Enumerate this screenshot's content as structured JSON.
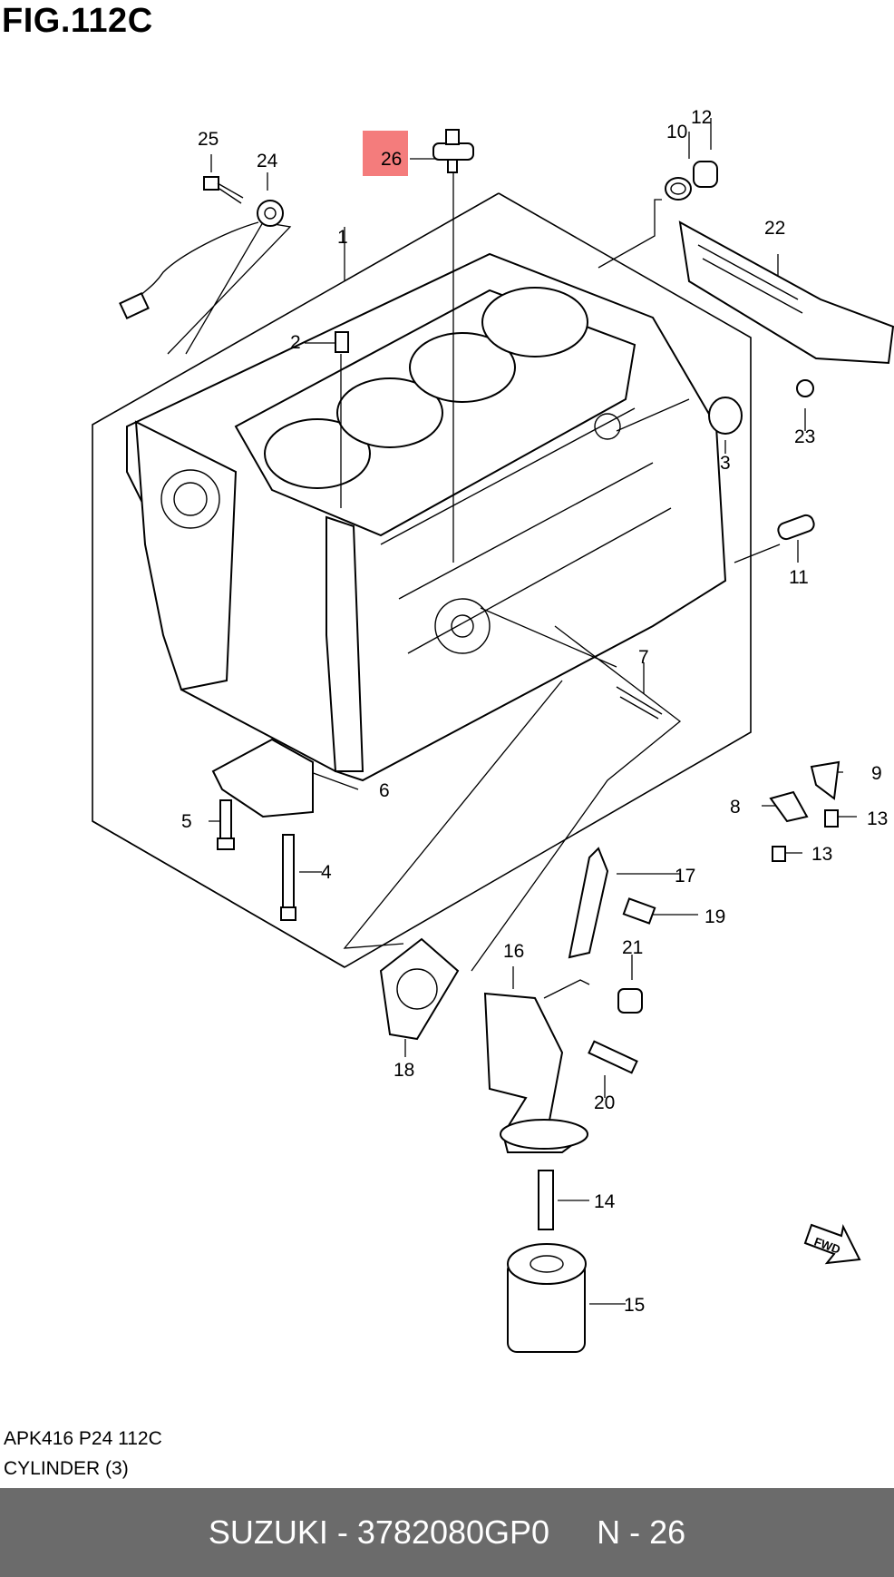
{
  "figure": {
    "title": "FIG.112C",
    "reference_code": "APK416 P24 112C",
    "group_name": "CYLINDER (3)",
    "fwd_label": "FWD",
    "highlight_color": "#f47c7c"
  },
  "callouts": {
    "c1": "1",
    "c2": "2",
    "c3": "3",
    "c4": "4",
    "c5": "5",
    "c6": "6",
    "c7": "7",
    "c8": "8",
    "c9": "9",
    "c10": "10",
    "c11": "11",
    "c12": "12",
    "c13a": "13",
    "c13b": "13",
    "c14": "14",
    "c15": "15",
    "c16": "16",
    "c17": "17",
    "c18": "18",
    "c19": "19",
    "c20": "20",
    "c21": "21",
    "c22": "22",
    "c23": "23",
    "c24": "24",
    "c25": "25",
    "c26": "26"
  },
  "highlighted_part": "26",
  "bottom_bar": {
    "brand_part": "SUZUKI - 3782080GP0",
    "position": "N - 26"
  }
}
